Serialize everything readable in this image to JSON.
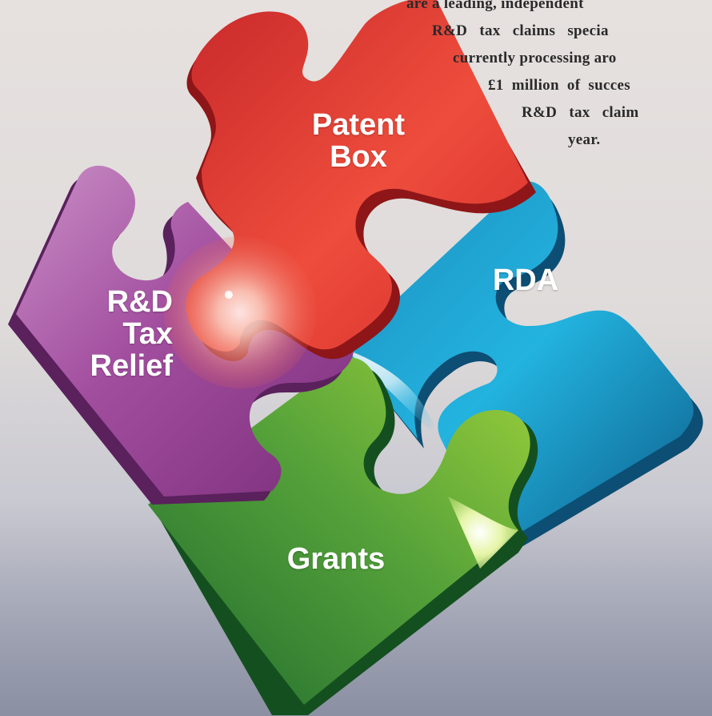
{
  "intro_text": {
    "line1": "are a leading, independent",
    "line2": "R&D   tax   claims   specia",
    "line3": "currently processing aro",
    "line4": "£1  million  of  succes",
    "line5": "R&D   tax   claim",
    "line6": "year."
  },
  "pieces": {
    "patent_box": {
      "label_line1": "Patent",
      "label_line2": "Box",
      "color": "#e23b33"
    },
    "rd_tax_relief": {
      "label_line1": "R&D",
      "label_line2": "Tax",
      "label_line3": "Relief",
      "color": "#9b4a9e"
    },
    "rda": {
      "label": "RDA",
      "color": "#1fa7d3"
    },
    "grants": {
      "label": "Grants",
      "color": "#5aa338"
    }
  }
}
